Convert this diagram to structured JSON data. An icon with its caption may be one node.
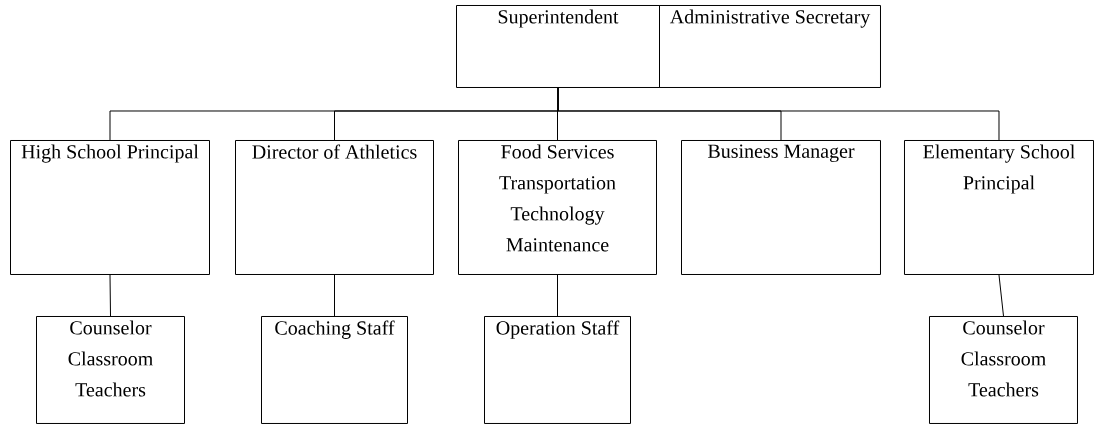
{
  "diagram": {
    "nodes": [
      {
        "text": [
          "Superintendent"
        ]
      },
      {
        "text": [
          "Administrative Secretary"
        ]
      },
      {
        "text": [
          "High School Principal"
        ]
      },
      {
        "text": [
          "Director of Athletics"
        ]
      },
      {
        "text": [
          "Food Services Transportation Technology Maintenance"
        ]
      },
      {
        "text": [
          "Business Manager"
        ]
      },
      {
        "text": [
          "Elementary School Principal"
        ]
      },
      {
        "text": [
          "Counselor Classroom Teachers"
        ]
      },
      {
        "text": [
          "Coaching Staff"
        ]
      },
      {
        "text": [
          "Operation Staff"
        ]
      },
      {
        "text": [
          "Counselor Classroom Teachers"
        ]
      }
    ],
    "edges": [
      {
        "from": 0,
        "to": 2,
        "arrow": "none"
      },
      {
        "from": 0,
        "to": 3,
        "arrow": "none"
      },
      {
        "from": 0,
        "to": 4,
        "arrow": "none"
      },
      {
        "from": 0,
        "to": 5,
        "arrow": "none"
      },
      {
        "from": 0,
        "to": 6,
        "arrow": "none"
      },
      {
        "from": 2,
        "to": 7,
        "arrow": "none"
      },
      {
        "from": 3,
        "to": 8,
        "arrow": "none"
      },
      {
        "from": 4,
        "to": 9,
        "arrow": "none"
      },
      {
        "from": 6,
        "to": 10,
        "arrow": "none"
      }
    ]
  }
}
